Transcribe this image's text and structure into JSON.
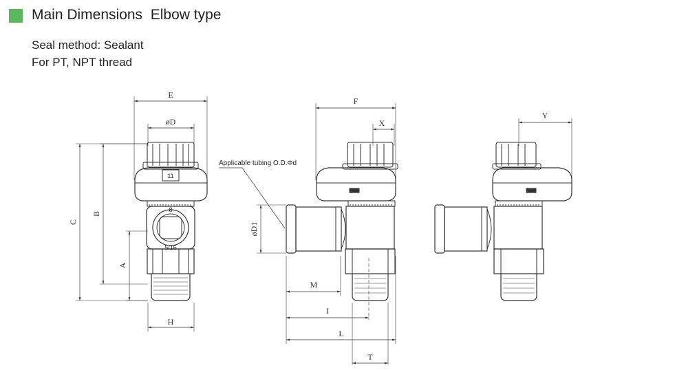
{
  "header": {
    "title": "Main Dimensions  Elbow type",
    "accent_color": "#5cb85c"
  },
  "notes": {
    "seal": "Seal method: Sealant",
    "thread": "For PT, NPT thread"
  },
  "diagram": {
    "tubing_label": "Applicable tubing O.D.Φd",
    "part_marks": [
      "11",
      "8",
      "5/16"
    ],
    "dimension_labels": {
      "E": "E",
      "D": "øD",
      "C": "C",
      "B": "B",
      "A": "A",
      "H": "H",
      "F": "F",
      "X": "X",
      "D1": "øD1",
      "M": "M",
      "I": "I",
      "L": "L",
      "T": "T",
      "Y": "Y"
    }
  }
}
